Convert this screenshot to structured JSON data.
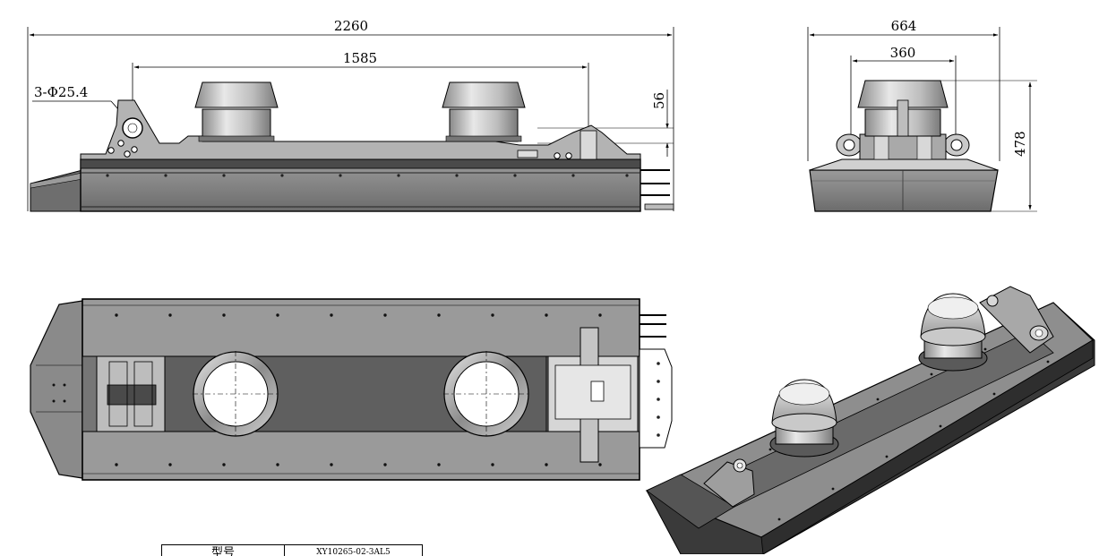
{
  "dimensions": {
    "overall_length": "2260",
    "spacing": "1585",
    "hole_callout": "3-Φ25.4",
    "height_offset": "56",
    "overall_width": "664",
    "inner_width": "360",
    "overall_height": "478"
  },
  "title_block": {
    "label": "型号",
    "value": "XY10265-02-3AL5"
  },
  "colors": {
    "line": "#000000",
    "panel_dark": "#7d7d7d",
    "panel_mid": "#a6a6a6",
    "panel_light": "#d4d4d4",
    "background": "#ffffff"
  }
}
